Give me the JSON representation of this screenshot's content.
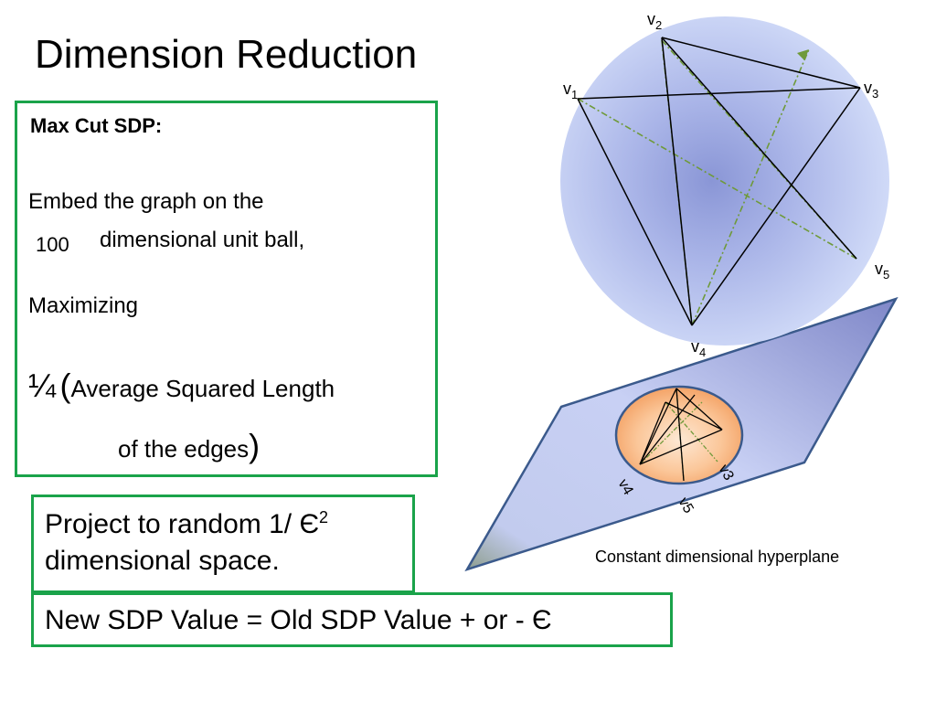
{
  "title": "Dimension Reduction",
  "sdp_box": {
    "heading": "Max Cut  SDP:",
    "embed_line1": "Embed the graph on the",
    "embed_dimension": "100",
    "embed_line2": "dimensional unit ball,",
    "maximizing": "Maximizing",
    "quarter": "¼",
    "open_paren": "(",
    "average_text": "Average  Squared Length",
    "edges_text": "of the edges",
    "close_paren": ")"
  },
  "project_box": {
    "line1": "Project to random 1/ Є",
    "exponent": "2",
    "line2": "dimensional space."
  },
  "sdp_value_box": {
    "text": "New SDP Value = Old SDP Value + or - Є"
  },
  "diagram": {
    "ball_labels": {
      "v1": {
        "base": "v",
        "sub": "1"
      },
      "v2": {
        "base": "v",
        "sub": "2"
      },
      "v3": {
        "base": "v",
        "sub": "3"
      },
      "v4": {
        "base": "v",
        "sub": "4"
      },
      "v5": {
        "base": "v",
        "sub": "5"
      }
    },
    "projected_labels": {
      "v3": "v3",
      "v4": "v4",
      "v5": "v5"
    },
    "hyperplane_caption": "Constant dimensional hyperplane",
    "colors": {
      "ball_outer": "#d1dbf8",
      "ball_center": "#8a96d6",
      "plane_light": "#c8d0f4",
      "plane_dark": "#7f87c8",
      "plane_edge": "#3b5a8c",
      "plane_corner": "#8e9e8e",
      "orange_outer": "#f29a5a",
      "orange_inner": "#fde8d4",
      "dashed": "#6f9a3a",
      "box_border": "#1aa34a"
    }
  }
}
